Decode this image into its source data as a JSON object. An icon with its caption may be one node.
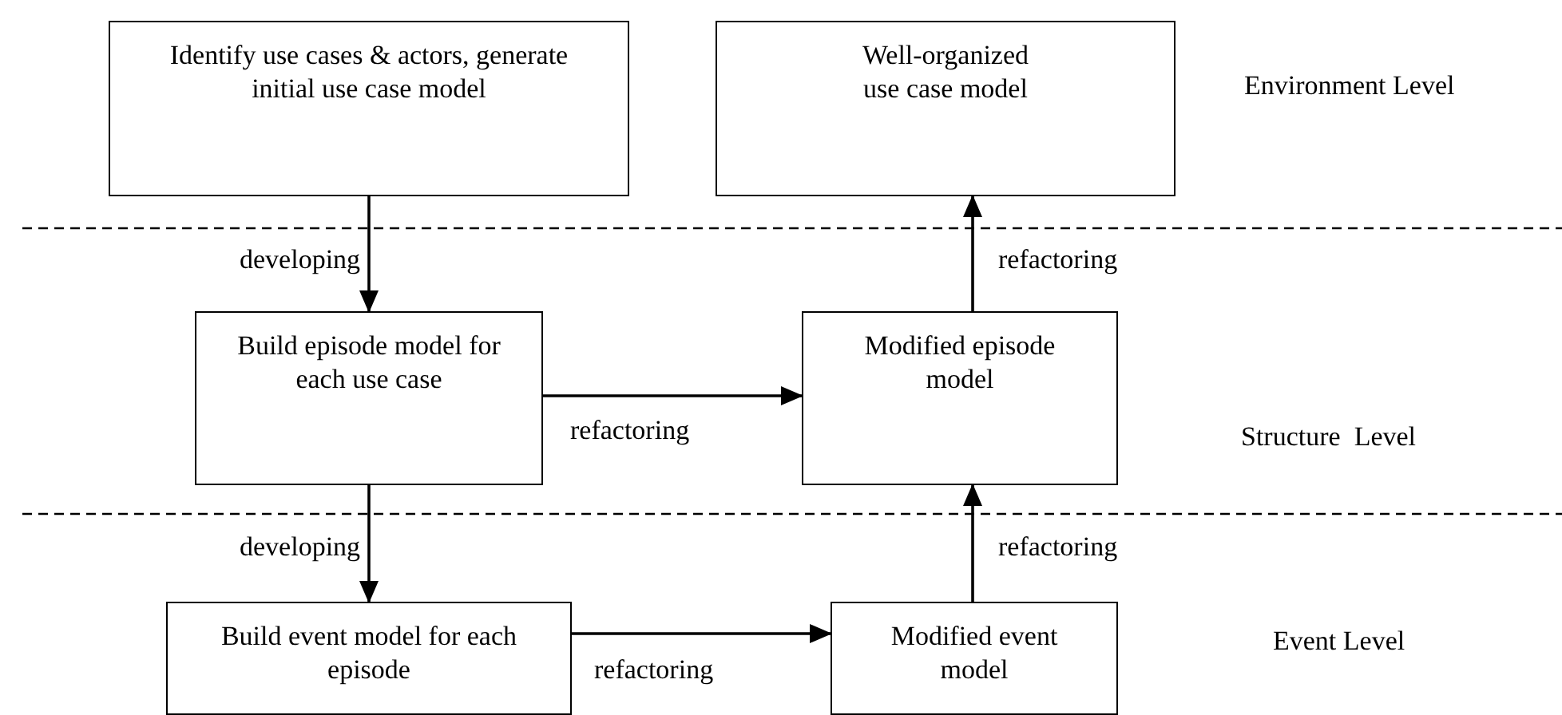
{
  "diagram": {
    "nodes": [
      {
        "text": [
          "Identify use cases & actors, generate initial use case model"
        ]
      },
      {
        "text": [
          "Well-organized use case model"
        ]
      },
      {
        "text": [
          "Build episode model for each use case"
        ]
      },
      {
        "text": [
          "Modified episode model"
        ]
      },
      {
        "text": [
          "Build event model for each episode"
        ]
      },
      {
        "text": [
          "Modified event model"
        ]
      }
    ],
    "edges": [
      {
        "from": 0,
        "to": 2,
        "arrow": "to",
        "label": "developing"
      },
      {
        "from": 2,
        "to": 3,
        "arrow": "to",
        "label": "refactoring"
      },
      {
        "from": 3,
        "to": 1,
        "arrow": "to",
        "label": "refactoring"
      },
      {
        "from": 2,
        "to": 4,
        "arrow": "to",
        "label": "developing"
      },
      {
        "from": 4,
        "to": 5,
        "arrow": "to",
        "label": "refactoring"
      },
      {
        "from": 5,
        "to": 3,
        "arrow": "to",
        "label": "refactoring"
      }
    ],
    "labels": [
      "Environment Level",
      "Structure  Level",
      "Event Level"
    ]
  }
}
